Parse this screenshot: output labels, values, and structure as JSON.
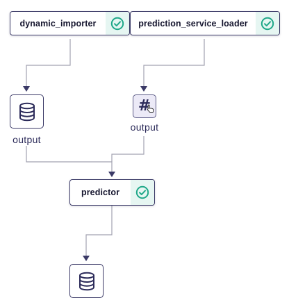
{
  "steps": [
    {
      "name": "dynamic_importer",
      "status": "completed"
    },
    {
      "name": "prediction_service_loader",
      "status": "completed"
    },
    {
      "name": "predictor",
      "status": "completed"
    }
  ],
  "artifacts": [
    {
      "label": "output",
      "kind": "database-icon"
    },
    {
      "label": "output",
      "kind": "hash-icon"
    },
    {
      "label": "",
      "kind": "database-icon"
    }
  ],
  "colors": {
    "node_border": "#3b3a67",
    "edge": "#9a9aa8",
    "arrow": "#3b3a67",
    "status_bg": "#e6f6f2",
    "status_check": "#1fa889"
  }
}
